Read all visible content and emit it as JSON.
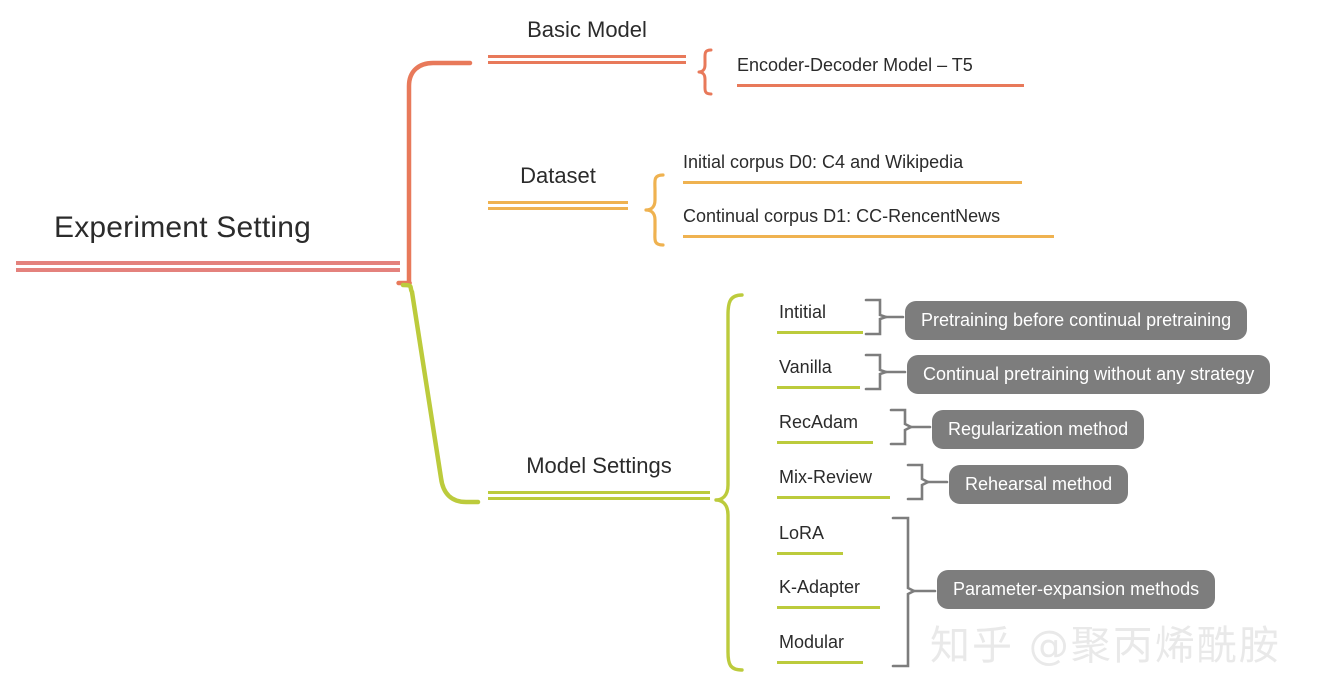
{
  "diagram": {
    "type": "mind-map",
    "title": "Experiment Setting",
    "watermark": "知乎 @聚丙烯酰胺",
    "colors": {
      "root": "#e4827d",
      "basic_model": "#e8795a",
      "dataset": "#efb250",
      "model_settings": "#bccb3c",
      "badge": "#7d7d7d",
      "bracket": "#7d7d7d",
      "text": "#2b2b2b",
      "background": "#ffffff"
    }
  },
  "root": {
    "label": "Experiment Setting"
  },
  "branches": {
    "basic_model": {
      "label": "Basic Model",
      "children": [
        {
          "label": "Encoder-Decoder Model – T5"
        }
      ]
    },
    "dataset": {
      "label": "Dataset",
      "children": [
        {
          "label": "Initial corpus D0: C4 and Wikipedia"
        },
        {
          "label": "Continual corpus D1: CC-RencentNews"
        }
      ]
    },
    "model_settings": {
      "label": "Model Settings",
      "children": [
        {
          "label": "Intitial",
          "badge": "Pretraining before continual pretraining"
        },
        {
          "label": "Vanilla",
          "badge": "Continual pretraining without any strategy"
        },
        {
          "label": "RecAdam",
          "badge": "Regularization method"
        },
        {
          "label": "Mix-Review",
          "badge": "Rehearsal method"
        },
        {
          "label": "LoRA",
          "badge": "Parameter-expansion methods"
        },
        {
          "label": "K-Adapter",
          "badge": "Parameter-expansion methods"
        },
        {
          "label": "Modular",
          "badge": "Parameter-expansion methods"
        }
      ],
      "grouped_badges": [
        {
          "label": "Pretraining before continual pretraining"
        },
        {
          "label": "Continual pretraining without any strategy"
        },
        {
          "label": "Regularization method"
        },
        {
          "label": "Rehearsal method"
        },
        {
          "label": "Parameter-expansion methods"
        }
      ]
    }
  }
}
